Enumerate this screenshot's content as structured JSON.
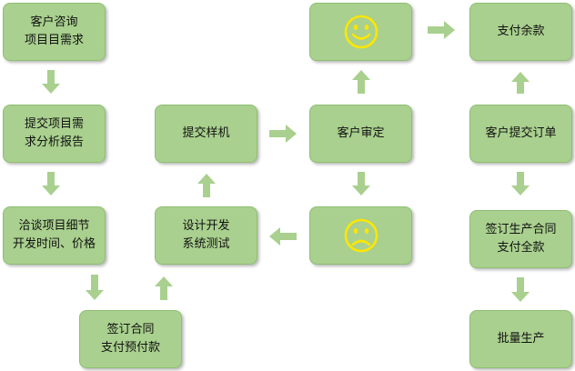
{
  "nodes": {
    "consult": "客户咨询\n项目目需求",
    "submit_analysis": "提交项目需\n求分析报告",
    "negotiate": "洽谈项目细节\n开发时间、价格",
    "contract_prepay": "签订合同\n支付预付款",
    "design_dev": "设计开发\n系统测试",
    "submit_prototype": "提交样机",
    "review": "客户审定",
    "pay_balance": "支付余款",
    "submit_order": "客户提交订单",
    "contract_fullpay": "签订生产合同\n支付全款",
    "mass_production": "批量生产"
  },
  "faces": {
    "approve": "smiley-face-icon",
    "reject": "sad-face-icon"
  },
  "colors": {
    "box_fill": "#a9d08e",
    "arrow": "#a9d08e",
    "face": "#ffe600"
  }
}
